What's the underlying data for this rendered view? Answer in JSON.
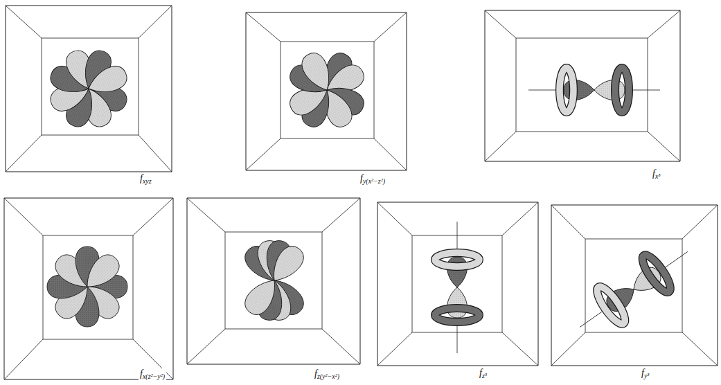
{
  "diagram": {
    "labels": [
      "fxyz",
      "fy(x²−z²)",
      "fx³",
      "fx(z²−y²)",
      "fz(y²−x²)",
      "fz³",
      "fy³"
    ]
  }
}
